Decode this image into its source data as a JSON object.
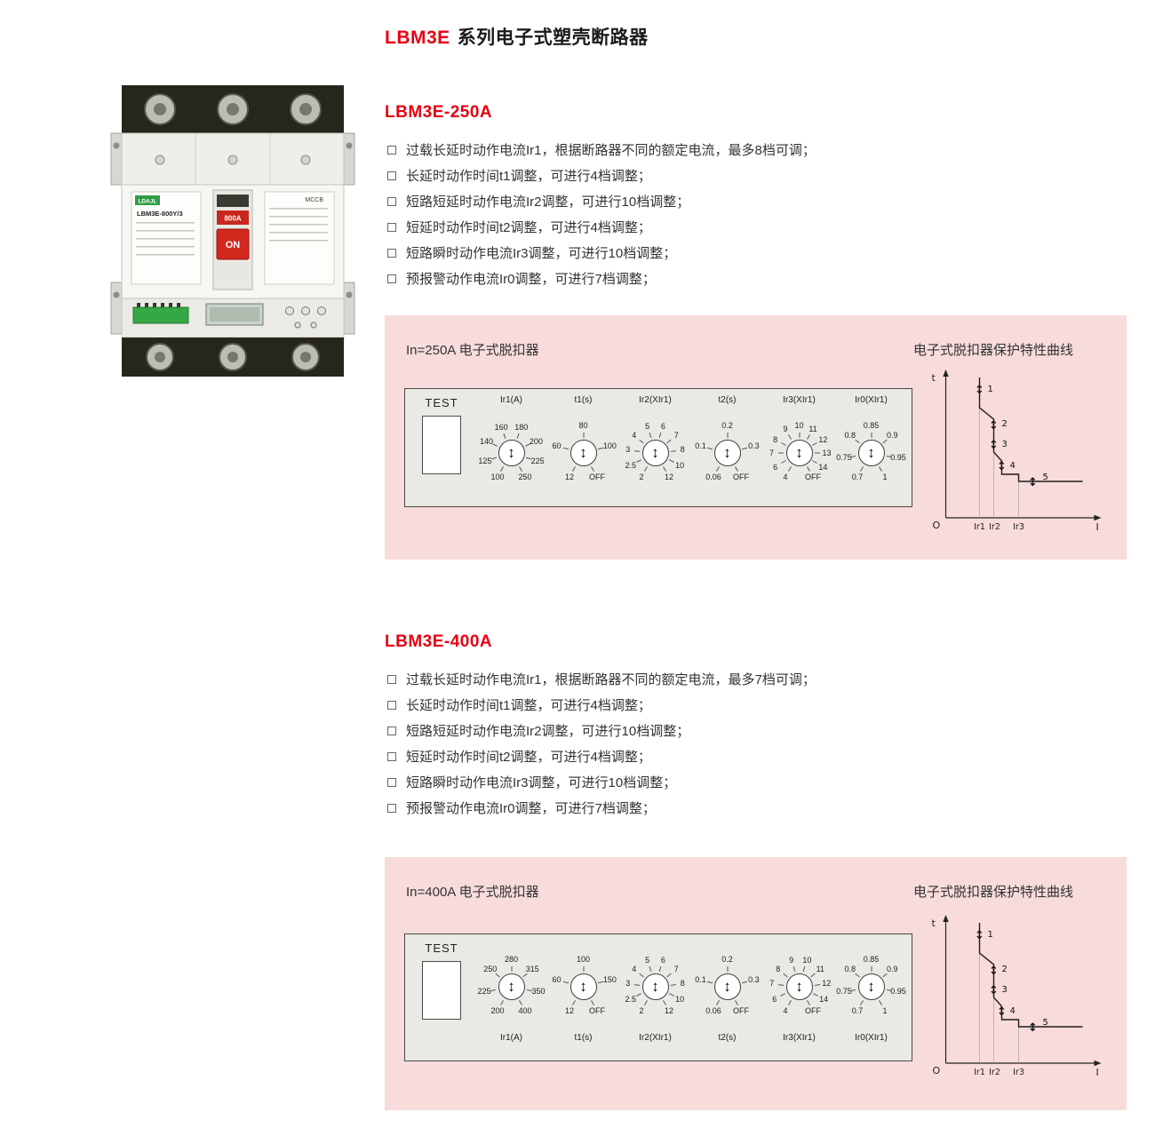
{
  "page": {
    "title_brand": "LBM3E",
    "title_rest": "系列电子式塑壳断路器"
  },
  "product": {
    "brand": "LDAJL",
    "model": "LBM3E-800Y/3",
    "rating": "800A",
    "on_label": "ON",
    "type_label": "MCCB"
  },
  "sections": [
    {
      "heading": "LBM3E-250A",
      "features": [
        "过载长延时动作电流Ir1，根据断路器不同的额定电流，最多8档可调；",
        "长延时动作时间t1调整，可进行4档调整；",
        "短路短延时动作电流Ir2调整，可进行10档调整；",
        "短延时动作时间t2调整，可进行4档调整；",
        "短路瞬时动作电流Ir3调整，可进行10档调整；",
        "预报警动作电流Ir0调整，可进行7档调整；"
      ],
      "panel": {
        "trip_unit_label": "In=250A 电子式脱扣器",
        "curve_title": "电子式脱扣器保护特性曲线",
        "test_label": "TEST",
        "dials": [
          {
            "label": "Ir1(A)",
            "values": [
              "100",
              "125",
              "140",
              "160",
              "180",
              "200",
              "225",
              "250"
            ]
          },
          {
            "label": "t1(s)",
            "values": [
              "12",
              "60",
              "80",
              "100",
              "OFF"
            ]
          },
          {
            "label": "Ir2(XIr1)",
            "values": [
              "2",
              "2.5",
              "3",
              "4",
              "5",
              "6",
              "7",
              "8",
              "10",
              "12"
            ]
          },
          {
            "label": "t2(s)",
            "values": [
              "0.06",
              "0.1",
              "0.2",
              "0.3",
              "OFF"
            ]
          },
          {
            "label": "Ir3(XIr1)",
            "values": [
              "4",
              "6",
              "7",
              "8",
              "9",
              "10",
              "11",
              "12",
              "13",
              "14",
              "OFF"
            ]
          },
          {
            "label": "Ir0(XIr1)",
            "values": [
              "0.7",
              "0.75",
              "0.8",
              "0.85",
              "0.9",
              "0.95",
              "1"
            ]
          }
        ],
        "curve": {
          "y_axis": "t",
          "x_axis": "I",
          "origin": "O",
          "ticks": [
            "Ir1",
            "Ir2",
            "Ir3"
          ],
          "markers": [
            "1",
            "2",
            "3",
            "4",
            "5"
          ]
        }
      }
    },
    {
      "heading": "LBM3E-400A",
      "features": [
        "过载长延时动作电流Ir1，根据断路器不同的额定电流，最多7档可调；",
        "长延时动作时间t1调整，可进行4档调整；",
        "短路短延时动作电流Ir2调整，可进行10档调整；",
        "短延时动作时间t2调整，可进行4档调整；",
        "短路瞬时动作电流Ir3调整，可进行10档调整；",
        "预报警动作电流Ir0调整，可进行7档调整；"
      ],
      "panel": {
        "trip_unit_label": "In=400A 电子式脱扣器",
        "curve_title": "电子式脱扣器保护特性曲线",
        "test_label": "TEST",
        "dials": [
          {
            "label": "Ir1(A)",
            "values": [
              "200",
              "225",
              "250",
              "280",
              "315",
              "350",
              "400"
            ]
          },
          {
            "label": "t1(s)",
            "values": [
              "12",
              "60",
              "100",
              "150",
              "OFF"
            ]
          },
          {
            "label": "Ir2(XIr1)",
            "values": [
              "2",
              "2.5",
              "3",
              "4",
              "5",
              "6",
              "7",
              "8",
              "10",
              "12"
            ]
          },
          {
            "label": "t2(s)",
            "values": [
              "0.06",
              "0.1",
              "0.2",
              "0.3",
              "OFF"
            ]
          },
          {
            "label": "Ir3(XIr1)",
            "values": [
              "4",
              "6",
              "7",
              "8",
              "9",
              "10",
              "11",
              "12",
              "14",
              "OFF"
            ]
          },
          {
            "label": "Ir0(XIr1)",
            "values": [
              "0.7",
              "0.75",
              "0.8",
              "0.85",
              "0.9",
              "0.95",
              "1"
            ]
          }
        ],
        "curve": {
          "y_axis": "t",
          "x_axis": "I",
          "origin": "O",
          "ticks": [
            "Ir1",
            "Ir2",
            "Ir3"
          ],
          "markers": [
            "1",
            "2",
            "3",
            "4",
            "5"
          ]
        }
      }
    }
  ]
}
